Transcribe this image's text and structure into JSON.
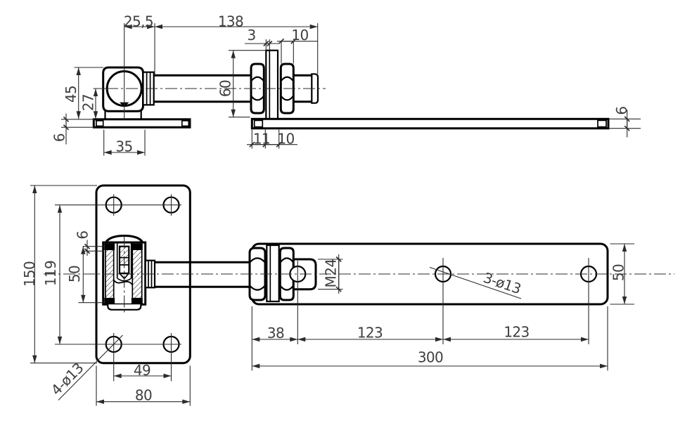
{
  "dims": {
    "top": {
      "pivot_offset": "25,5",
      "rod_length": "138",
      "tab_thickness": "3",
      "nut_width_right": "10",
      "body_height": "45",
      "center_height": "27",
      "base_plate_thickness": "6",
      "body_width": "35",
      "tab_height": "60",
      "nut_width_left": "11",
      "nut_spacing": "10",
      "strap_thickness": "6"
    },
    "bottom": {
      "plate_height": "150",
      "hole_spacing_vertical": "119",
      "cap_thickness": "6",
      "bushing_length": "50",
      "plate_holes_label": "4-ø13",
      "hole_spacing_horizontal": "49",
      "plate_width": "80",
      "first_hole_offset": "38",
      "hole_pitch_1": "123",
      "hole_pitch_2": "123",
      "strap_length": "300",
      "strap_width": "50",
      "thread_label": "M24",
      "strap_holes_label": "3-ø13"
    }
  },
  "colors": {
    "geometry_line": "#000000",
    "dimension_line": "#2b2b2b",
    "dimension_text": "#3f3f3f",
    "background": "#ffffff"
  }
}
